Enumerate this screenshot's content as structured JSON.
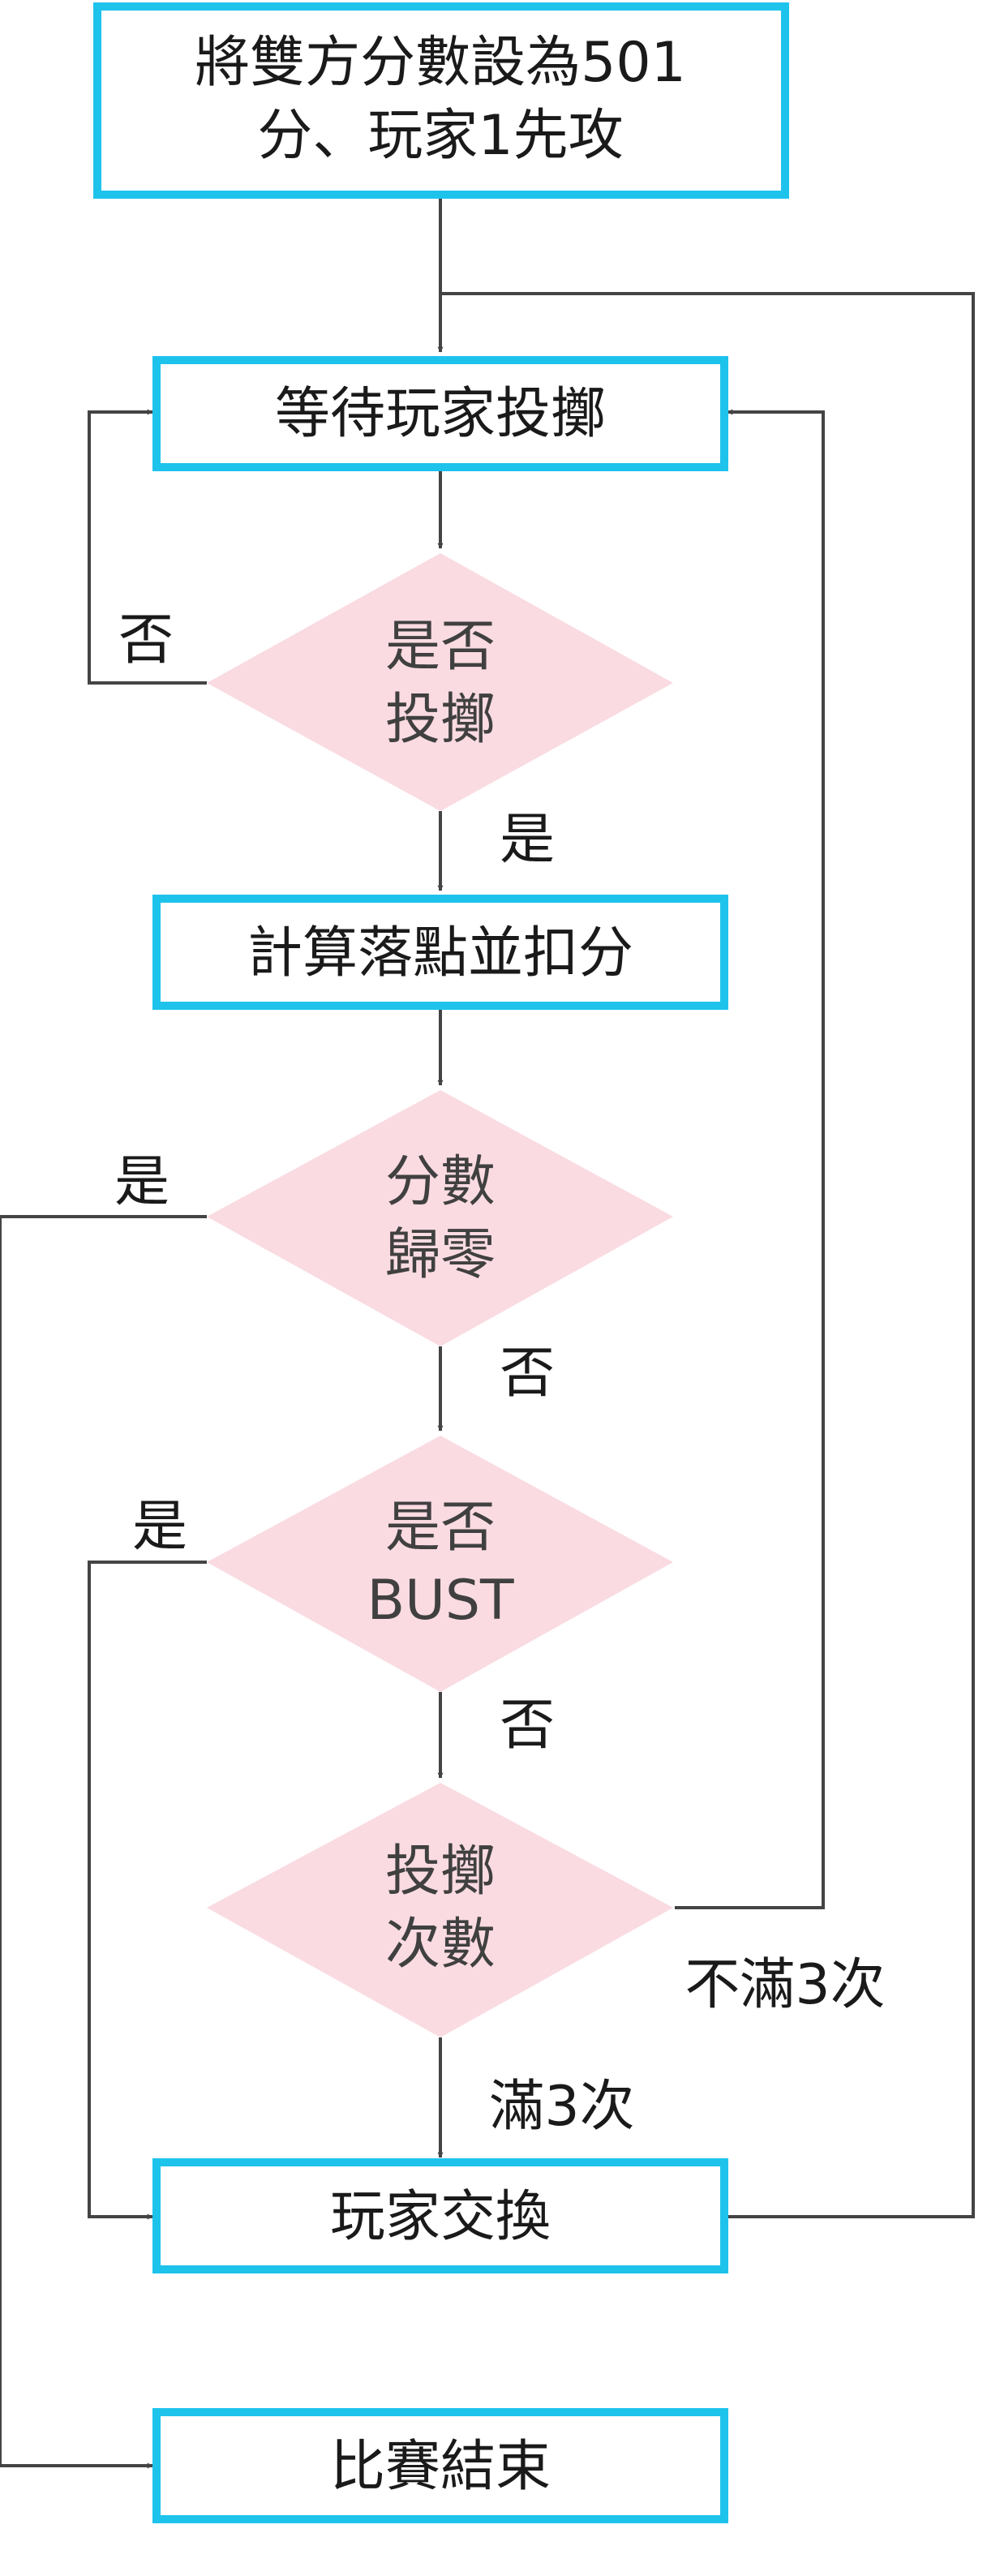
{
  "nodes": {
    "start_line1": "將雙方分數設為501",
    "start_line2": "分、玩家1先攻",
    "wait_throw": "等待玩家投擲",
    "is_thrown_line1": "是否",
    "is_thrown_line2": "投擲",
    "calc_score": "計算落點並扣分",
    "score_zero_line1": "分數",
    "score_zero_line2": "歸零",
    "is_bust_line1": "是否",
    "is_bust_line2": "BUST",
    "throw_count_line1": "投擲",
    "throw_count_line2": "次數",
    "switch_player": "玩家交換",
    "game_over": "比賽結束"
  },
  "labels": {
    "thrown_no": "否",
    "thrown_yes": "是",
    "zero_yes": "是",
    "zero_no": "否",
    "bust_yes": "是",
    "bust_no": "否",
    "count_less": "不滿3次",
    "count_full": "滿3次"
  },
  "colors": {
    "box_border": "#1ec3ec",
    "diamond_fill": "#fadbe2",
    "connector": "#444444"
  }
}
